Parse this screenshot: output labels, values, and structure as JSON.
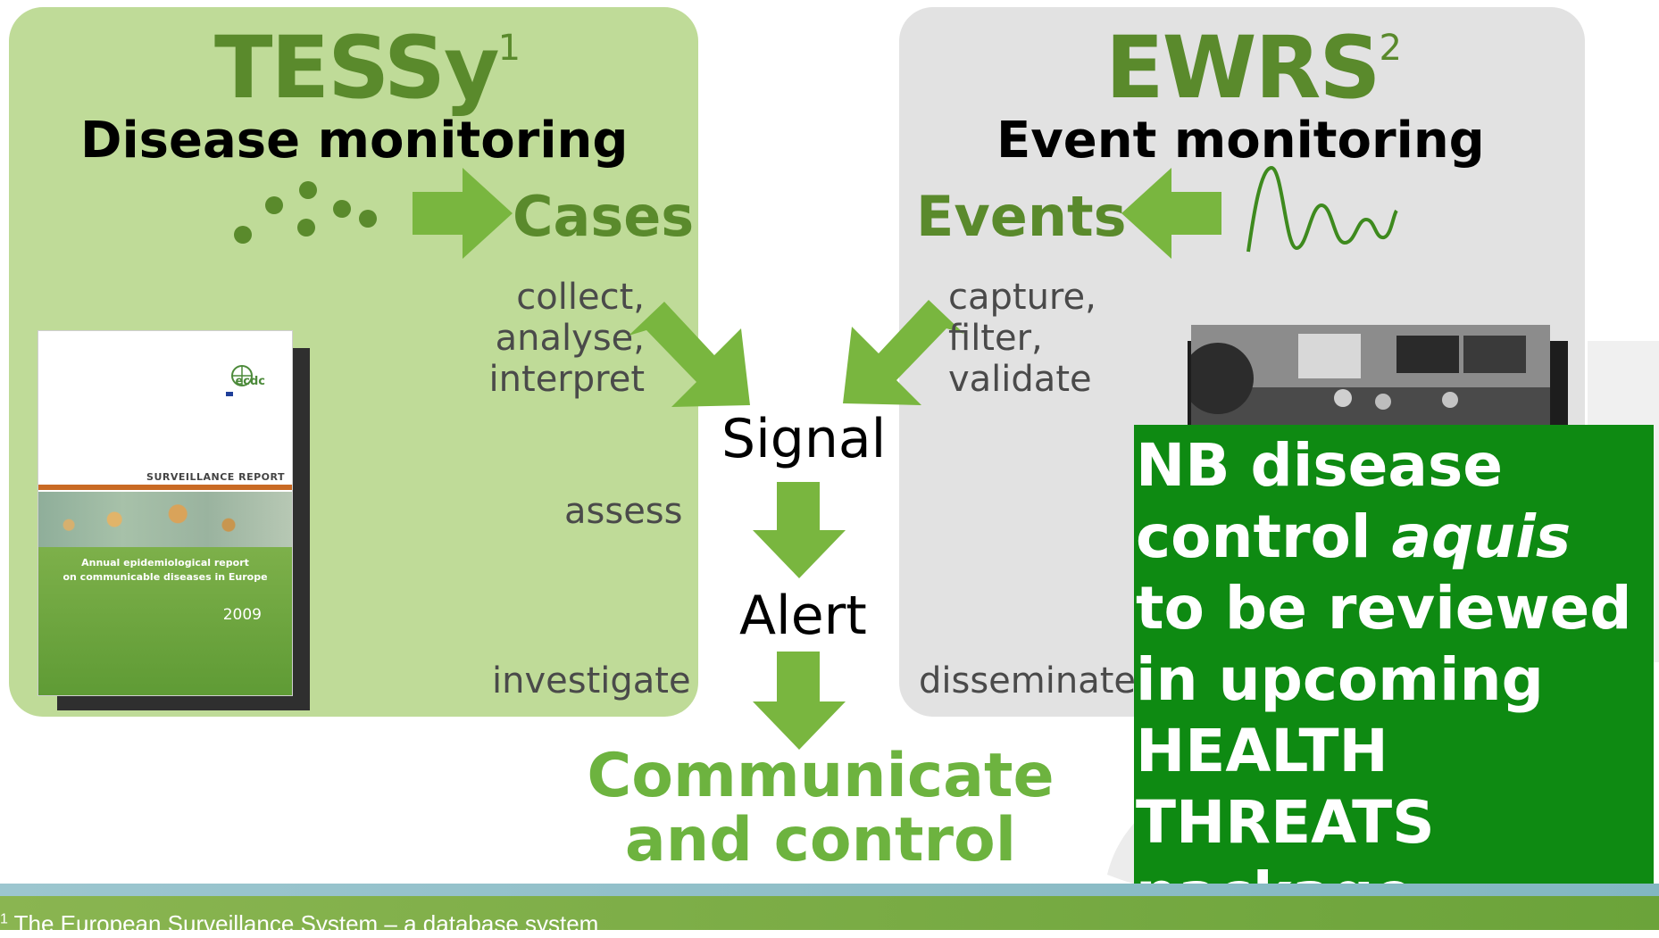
{
  "tessy": {
    "title": "TESSy",
    "footnote_mark": "1",
    "subtitle": "Disease monitoring",
    "output_label": "Cases",
    "verbs": [
      "collect,",
      "analyse,",
      "interpret"
    ],
    "assess": "assess",
    "investigate": "investigate"
  },
  "ewrs": {
    "title": "EWRS",
    "footnote_mark": "2",
    "subtitle": "Event monitoring",
    "output_label": "Events",
    "verbs": [
      "capture,",
      "filter,",
      "validate"
    ],
    "disseminate": "disseminate"
  },
  "flow": {
    "signal": "Signal",
    "alert": "Alert",
    "communicate_line1": "Communicate",
    "communicate_line2": "and control"
  },
  "report_cover": {
    "logo_text": "ecdc",
    "series": "SURVEILLANCE REPORT",
    "title_line1": "Annual epidemiological report",
    "title_line2": "on communicable diseases in Europe",
    "year": "2009"
  },
  "note_box": {
    "line1": "NB disease",
    "line2_a": "control ",
    "line2_b": "aquis",
    "line3": "to be reviewed",
    "line4": "in upcoming",
    "line5": "HEALTH",
    "line6": "THREATS",
    "line7": "package"
  },
  "footnote": {
    "mark": "1",
    "text": " The European Surveillance System – a database system"
  },
  "colors": {
    "tessy_panel": "#bfdb98",
    "ewrs_panel": "#e2e2e2",
    "title_green": "#5a8a2c",
    "arrow_green": "#79b63f",
    "note_box": "#0e8a12"
  }
}
